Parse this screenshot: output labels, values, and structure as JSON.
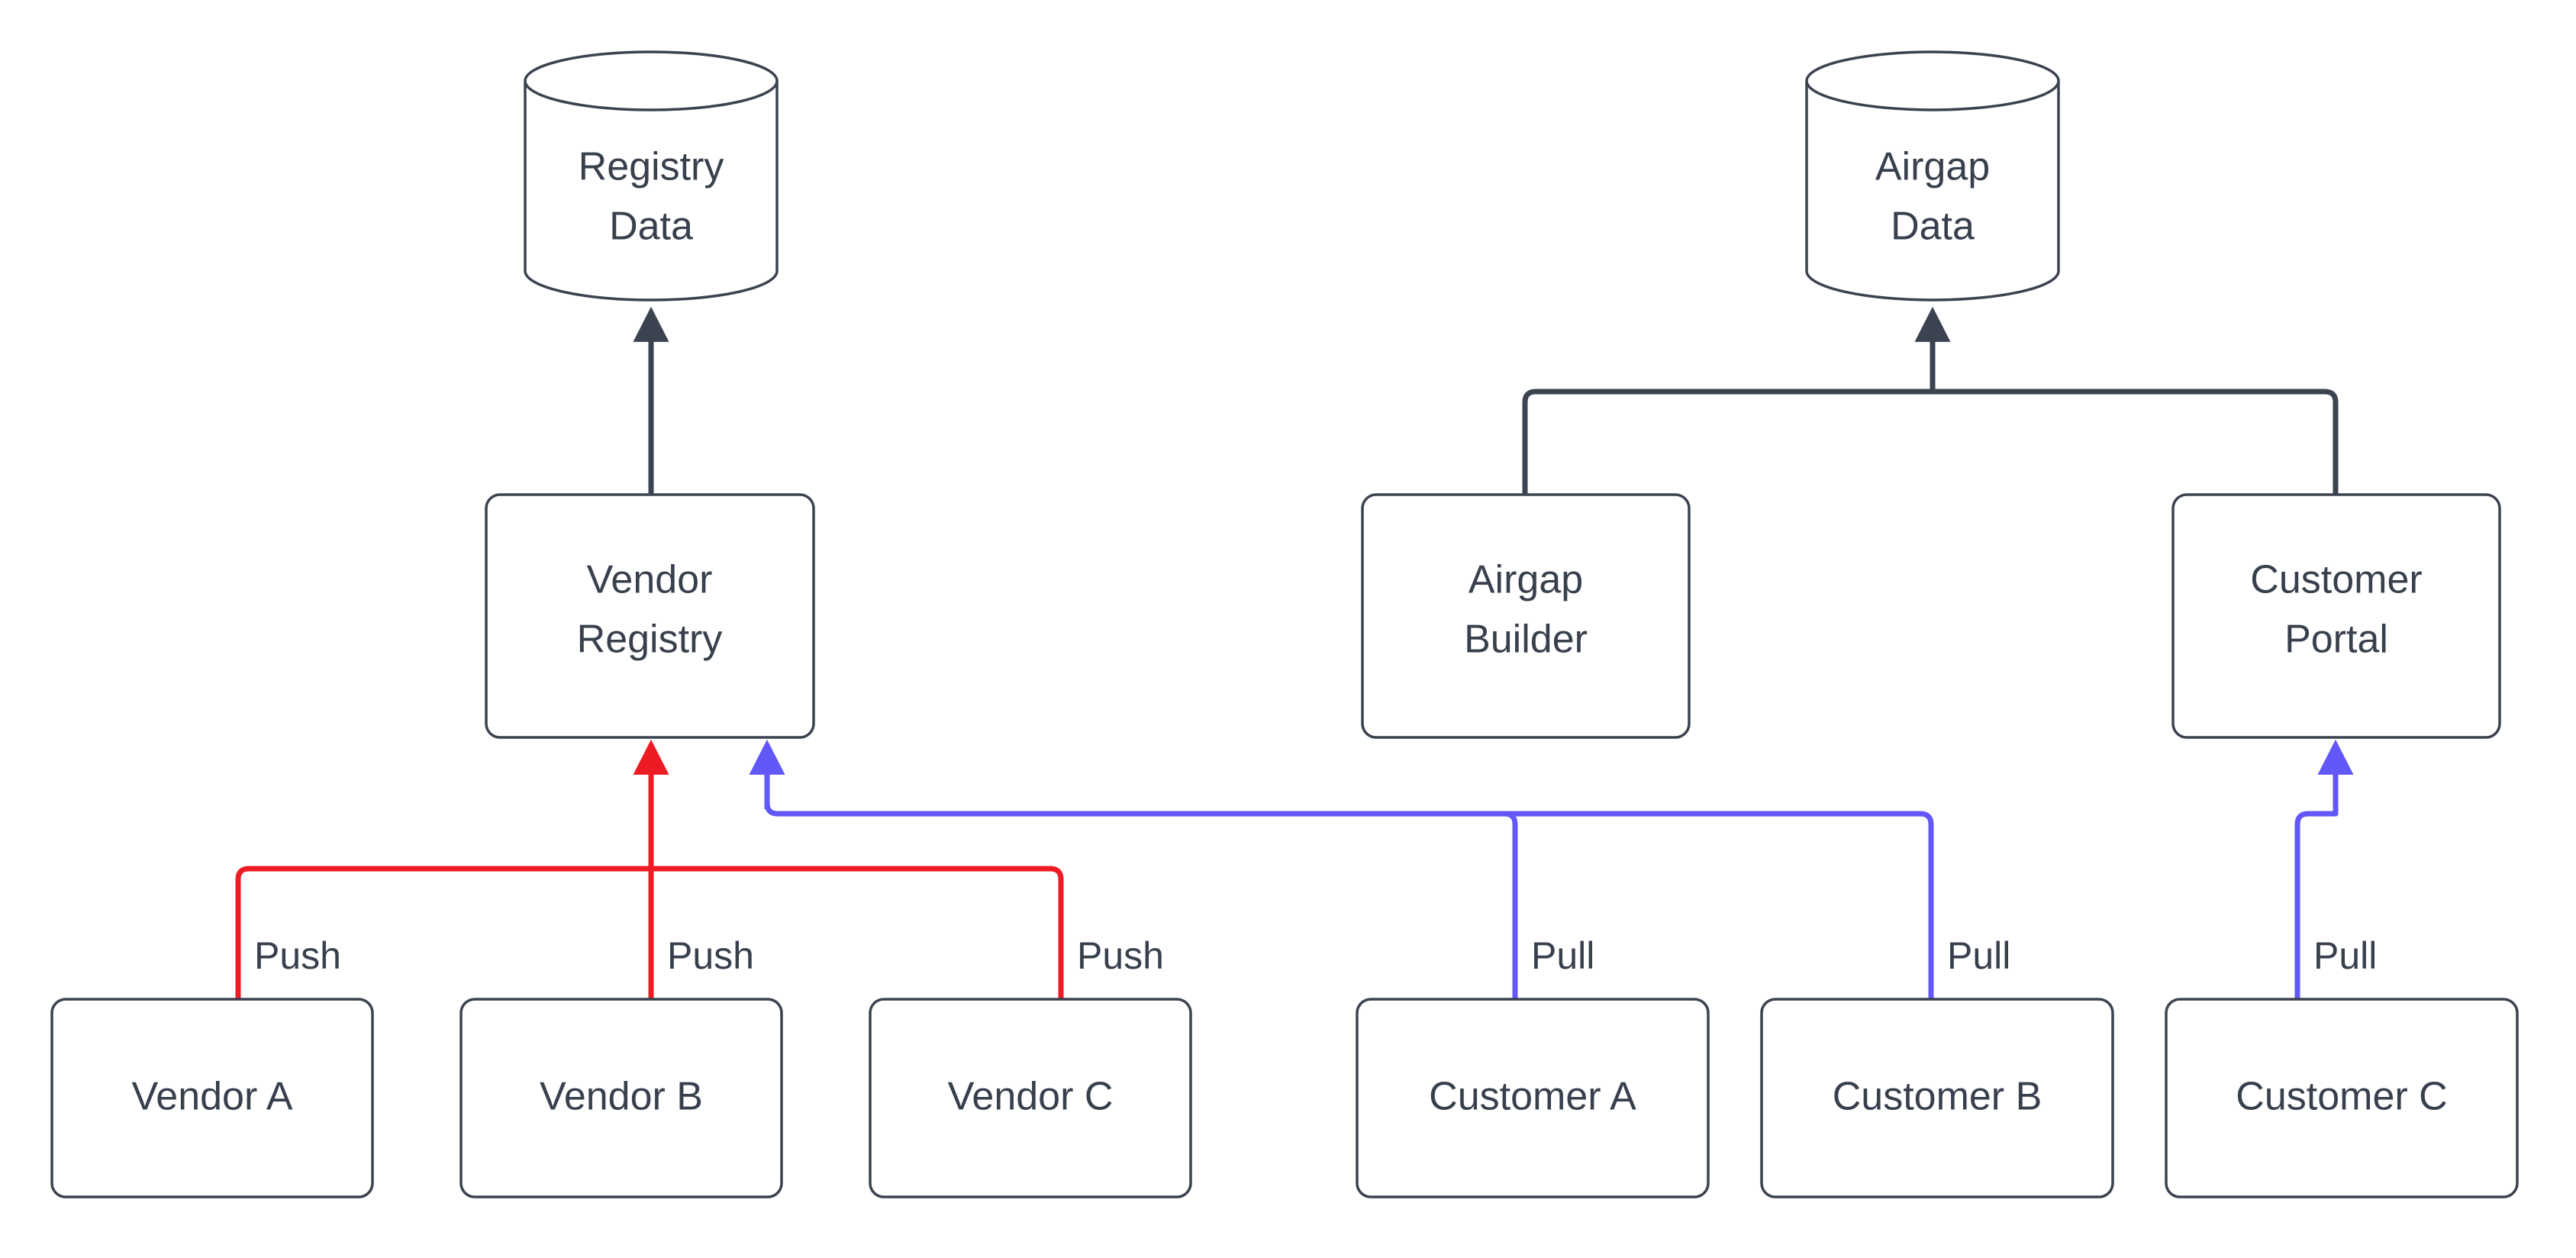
{
  "diagram": {
    "type": "flowchart",
    "background_color": "#ffffff",
    "palette": {
      "node_stroke": "#3b4250",
      "node_fill": "#ffffff",
      "text": "#38404d",
      "push_edge": "#ed1c24",
      "pull_edge": "#6257f7",
      "default_edge": "#3b4250"
    },
    "nodes": [
      {
        "id": "registry-data",
        "shape": "cylinder",
        "label_line1": "Registry",
        "label_line2": "Data"
      },
      {
        "id": "airgap-data",
        "shape": "cylinder",
        "label_line1": "Airgap",
        "label_line2": "Data"
      },
      {
        "id": "vendor-registry",
        "shape": "rounded-rect",
        "label_line1": "Vendor",
        "label_line2": "Registry"
      },
      {
        "id": "airgap-builder",
        "shape": "rounded-rect",
        "label_line1": "Airgap",
        "label_line2": "Builder"
      },
      {
        "id": "customer-portal",
        "shape": "rounded-rect",
        "label_line1": "Customer",
        "label_line2": "Portal"
      },
      {
        "id": "vendor-a",
        "shape": "rounded-rect",
        "label_line1": "Vendor A"
      },
      {
        "id": "vendor-b",
        "shape": "rounded-rect",
        "label_line1": "Vendor B"
      },
      {
        "id": "vendor-c",
        "shape": "rounded-rect",
        "label_line1": "Vendor C"
      },
      {
        "id": "customer-a",
        "shape": "rounded-rect",
        "label_line1": "Customer A"
      },
      {
        "id": "customer-b",
        "shape": "rounded-rect",
        "label_line1": "Customer B"
      },
      {
        "id": "customer-c",
        "shape": "rounded-rect",
        "label_line1": "Customer C"
      }
    ],
    "edges": [
      {
        "id": "e-vendorregistry-registrydata",
        "from": "vendor-registry",
        "to": "registry-data",
        "label": "",
        "color_role": "default_edge",
        "arrow": true
      },
      {
        "id": "e-airgapbuilder-airgapdata",
        "from": "airgap-builder",
        "to": "airgap-data",
        "label": "",
        "color_role": "default_edge",
        "arrow": true
      },
      {
        "id": "e-customerportal-airgapdata",
        "from": "customer-portal",
        "to": "airgap-data",
        "label": "",
        "color_role": "default_edge",
        "arrow": true
      },
      {
        "id": "e-vendora-vendorregistry",
        "from": "vendor-a",
        "to": "vendor-registry",
        "label": "Push",
        "color_role": "push_edge",
        "arrow": true
      },
      {
        "id": "e-vendorb-vendorregistry",
        "from": "vendor-b",
        "to": "vendor-registry",
        "label": "Push",
        "color_role": "push_edge",
        "arrow": true
      },
      {
        "id": "e-vendorc-vendorregistry",
        "from": "vendor-c",
        "to": "vendor-registry",
        "label": "Push",
        "color_role": "push_edge",
        "arrow": true
      },
      {
        "id": "e-customera-pull",
        "from": "customer-a",
        "to": "vendor-registry",
        "label": "Pull",
        "color_role": "pull_edge",
        "arrow": true
      },
      {
        "id": "e-customerb-pull",
        "from": "customer-b",
        "to": "vendor-registry",
        "label": "Pull",
        "color_role": "pull_edge",
        "arrow": true
      },
      {
        "id": "e-customerc-pull",
        "from": "customer-c",
        "to": "customer-portal",
        "label": "Pull",
        "color_role": "pull_edge",
        "arrow": true
      }
    ],
    "edge_labels": {
      "push_1": "Push",
      "push_2": "Push",
      "push_3": "Push",
      "pull_1": "Pull",
      "pull_2": "Pull",
      "pull_3": "Pull"
    }
  }
}
